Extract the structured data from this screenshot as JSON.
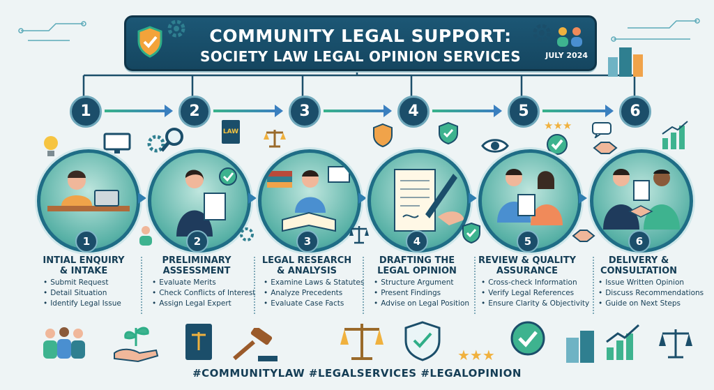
{
  "banner": {
    "title": "COMMUNITY LEGAL SUPPORT:",
    "subtitle": "SOCIETY LAW LEGAL OPINION SERVICES",
    "date": "JULY 2024"
  },
  "icons": {
    "banner_left": "shield-check-icon",
    "banner_right": "people-group-icon"
  },
  "colors": {
    "navy": "#1b4e6a",
    "teal": "#58b1a6",
    "accent_green": "#38b28a",
    "accent_blue": "#3a7fbf"
  },
  "steps": [
    {
      "number": "1",
      "title_l1": "INTIAL ENQUIRY",
      "title_l2": "& INTAKE",
      "items": [
        "Submit Request",
        "Detail Situation",
        "Identify Legal Issue"
      ]
    },
    {
      "number": "2",
      "title_l1": "PRELIMINARY",
      "title_l2": "ASSESSMENT",
      "items": [
        "Evaluate Merits",
        "Check Conflicts of Interest",
        "Assign Legal Expert"
      ]
    },
    {
      "number": "3",
      "title_l1": "LEGAL RESEARCH",
      "title_l2": "& ANALYSIS",
      "items": [
        "Examine Laws & Statutes",
        "Analyze Precedents",
        "Evaluate Case Facts"
      ]
    },
    {
      "number": "4",
      "title_l1": "DRAFTING THE",
      "title_l2": "LEGAL OPINION",
      "items": [
        "Structure Argument",
        "Present Findings",
        "Advise on Legal Position"
      ]
    },
    {
      "number": "5",
      "title_l1": "REVIEW & QUALITY",
      "title_l2": "ASSURANCE",
      "items": [
        "Cross-check Information",
        "Verify Legal References",
        "Ensure Clarity & Objectivity"
      ]
    },
    {
      "number": "6",
      "title_l1": "DELIVERY &",
      "title_l2": "CONSULTATION",
      "items": [
        "Issue Written Opinion",
        "Discuss Recommendations",
        "Guide on Next Steps"
      ]
    }
  ],
  "book_label": "LAW",
  "hashtags": "#COMMUNITYLAW  #LEGALSERVICES  #LEGALOPINION"
}
